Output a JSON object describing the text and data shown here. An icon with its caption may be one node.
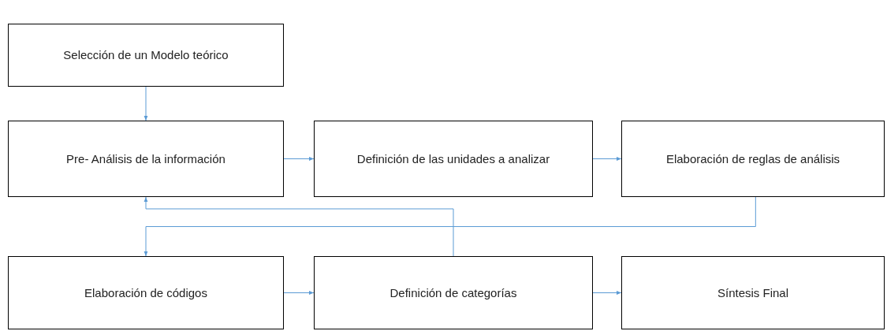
{
  "diagram": {
    "nodes": [
      {
        "text": [
          "Selección de un Modelo teórico"
        ]
      },
      {
        "text": [
          "Pre- Análisis de la información"
        ]
      },
      {
        "text": [
          "Definición de las unidades a analizar"
        ]
      },
      {
        "text": [
          "Elaboración de reglas de análisis"
        ]
      },
      {
        "text": [
          "Elaboración de códigos"
        ]
      },
      {
        "text": [
          "Definición de categorías"
        ]
      },
      {
        "text": [
          "Síntesis Final"
        ]
      }
    ],
    "edges": [
      {
        "from": 0,
        "to": 1,
        "arrow": "to"
      },
      {
        "from": 1,
        "to": 2,
        "arrow": "to"
      },
      {
        "from": 2,
        "to": 3,
        "arrow": "to"
      },
      {
        "from": 3,
        "to": 4,
        "arrow": "to"
      },
      {
        "from": 4,
        "to": 5,
        "arrow": "to"
      },
      {
        "from": 5,
        "to": 6,
        "arrow": "to"
      },
      {
        "from": 5,
        "to": 1,
        "arrow": "to"
      }
    ]
  }
}
